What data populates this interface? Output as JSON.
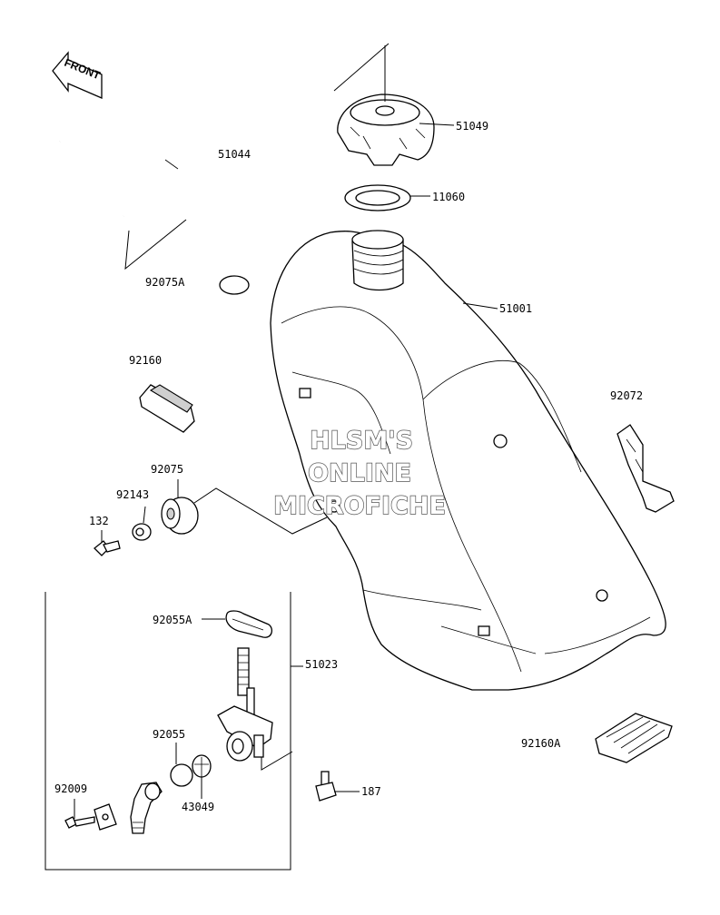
{
  "diagram": {
    "front_arrow_label": "FRONT",
    "watermark": [
      "HLSM'S",
      "ONLINE",
      "MICROFICHE"
    ],
    "parts": {
      "p51044": "51044",
      "p51049": "51049",
      "p11060": "11060",
      "p92075A": "92075A",
      "p51001": "51001",
      "p92160": "92160",
      "p92072": "92072",
      "p92075": "92075",
      "p92143": "92143",
      "p132": "132",
      "p92055A": "92055A",
      "p51023": "51023",
      "p92055": "92055",
      "p92009": "92009",
      "p43049": "43049",
      "p187": "187",
      "p92160A": "92160A"
    }
  }
}
